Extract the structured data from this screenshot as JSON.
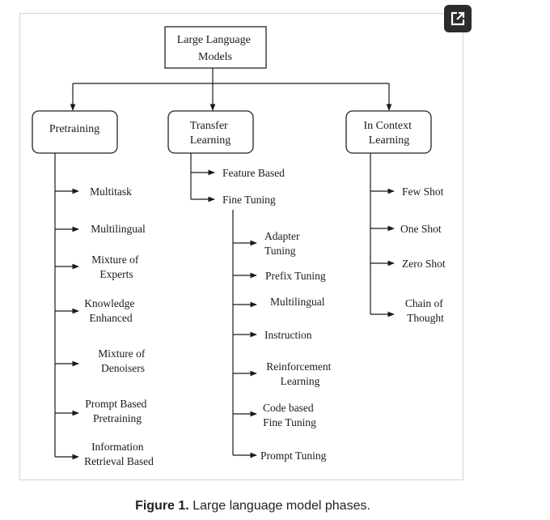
{
  "diagram": {
    "root": [
      "Large Language",
      "Models"
    ],
    "branches": {
      "pretraining": {
        "label": [
          "Pretraining"
        ],
        "items": [
          [
            "Multitask"
          ],
          [
            "Multilingual"
          ],
          [
            "Mixture of",
            "Experts"
          ],
          [
            "Knowledge",
            "Enhanced"
          ],
          [
            "Mixture of",
            "Denoisers"
          ],
          [
            "Prompt Based",
            "Pretraining"
          ],
          [
            "Information",
            "Retrieval Based"
          ]
        ]
      },
      "transfer": {
        "label": [
          "Transfer",
          "Learning"
        ],
        "items": [
          [
            "Feature Based"
          ],
          [
            "Fine Tuning"
          ]
        ],
        "fine_tuning_items": [
          [
            "Adapter",
            "Tuning"
          ],
          [
            "Prefix Tuning"
          ],
          [
            "Multilingual"
          ],
          [
            "Instruction"
          ],
          [
            "Reinforcement",
            "Learning"
          ],
          [
            "Code based",
            "Fine Tuning"
          ],
          [
            "Prompt Tuning"
          ]
        ]
      },
      "in_context": {
        "label": [
          "In Context",
          "Learning"
        ],
        "items": [
          [
            "Few Shot"
          ],
          [
            "One Shot"
          ],
          [
            "Zero Shot"
          ],
          [
            "Chain of",
            "Thought"
          ]
        ]
      }
    }
  },
  "caption": {
    "label": "Figure 1.",
    "text": " Large language model phases."
  },
  "toolbar": {
    "expand_icon": "open-in-new-icon"
  }
}
